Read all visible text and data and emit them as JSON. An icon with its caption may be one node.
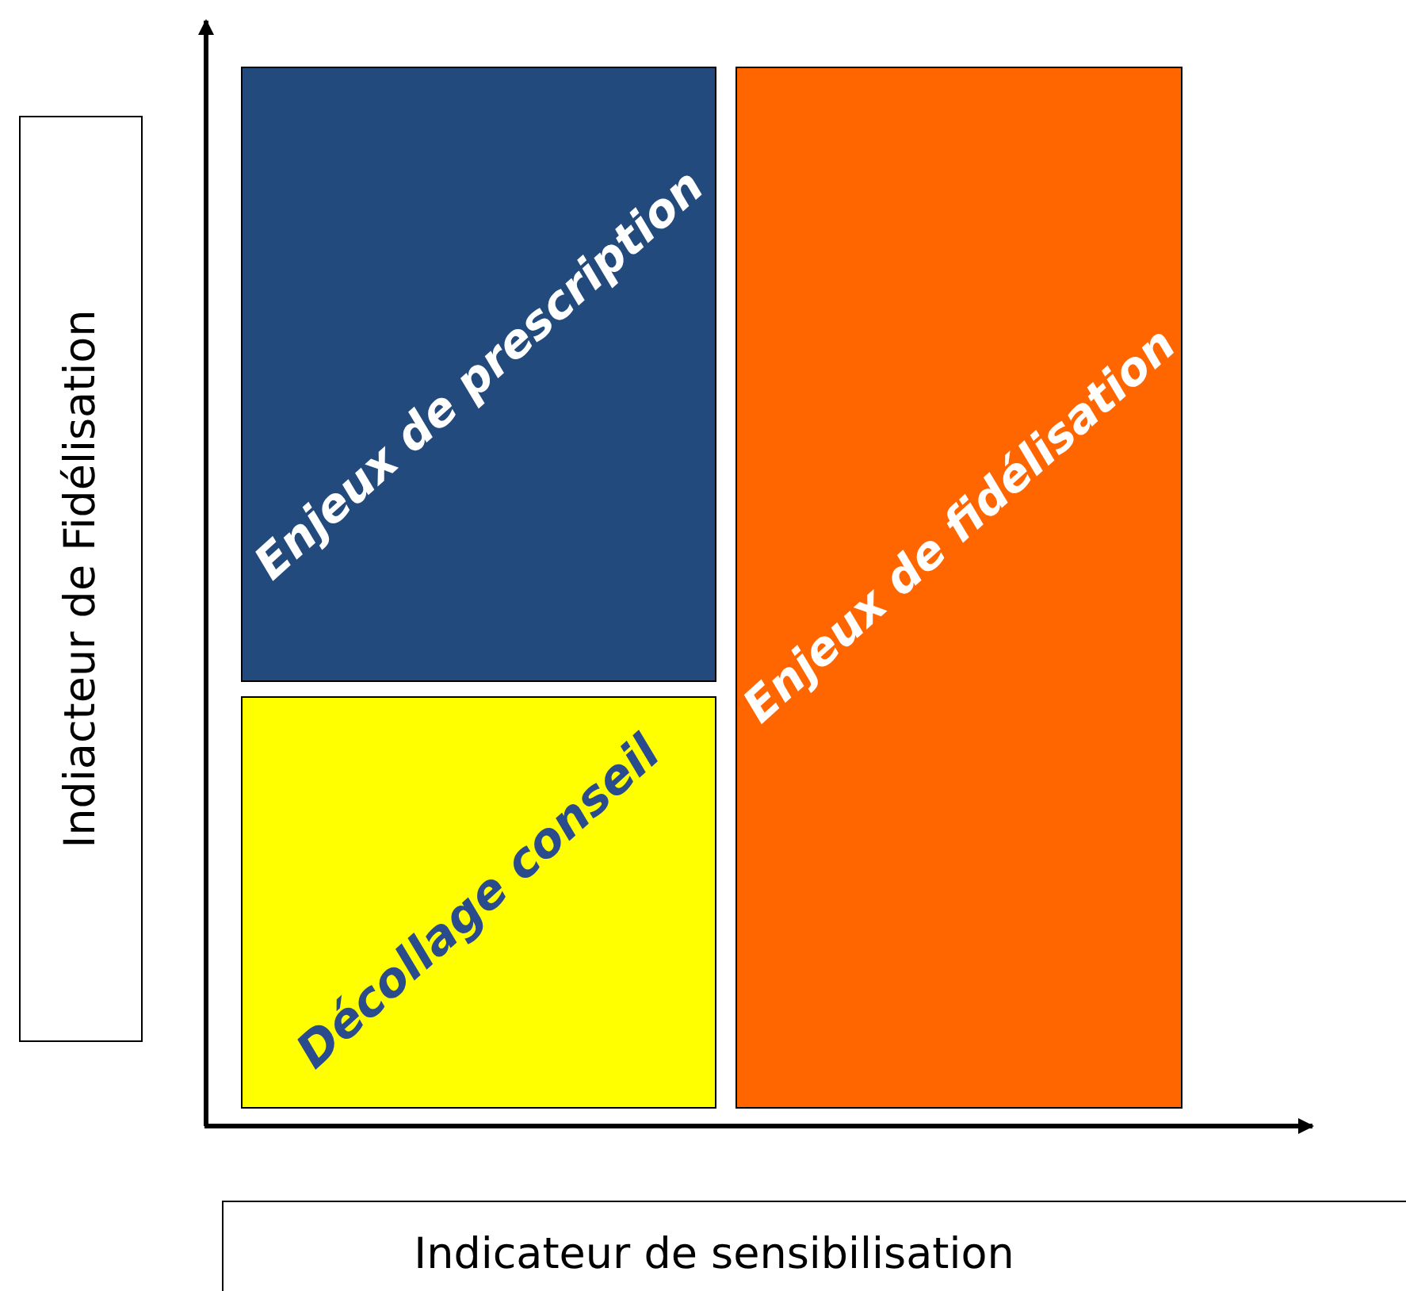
{
  "diagram": {
    "nodes": [
      {
        "text": [
          "Indiacteur de Fidélisation"
        ]
      },
      {
        "text": [
          "Enjeux de prescription"
        ]
      },
      {
        "text": [
          "Décollage conseil"
        ]
      },
      {
        "text": [
          "Enjeux de fidélisation"
        ]
      },
      {
        "text": [
          "Indicateur de sensibilisation"
        ]
      }
    ],
    "edges": []
  }
}
